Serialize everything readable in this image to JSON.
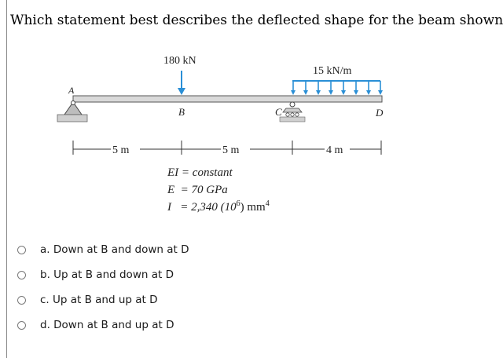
{
  "question": {
    "text": "Which statement best describes the deflected shape for the beam shown?"
  },
  "figure": {
    "point_load_label": "180 kN",
    "distributed_load_label": "15 kN/m",
    "label_a": "A",
    "label_b": "B",
    "label_c": "C",
    "label_d": "D",
    "dim_ab": "5 m",
    "dim_bc": "5 m",
    "dim_cd": "4 m",
    "ei_line": "EI = constant",
    "e_line": "E  = 70 GPa",
    "i_line": "I   = 2,340 (10",
    "i_exp": "6",
    "i_unit": ") mm",
    "i_unit_exp": "4"
  },
  "options": [
    {
      "label": "a. Down at B and down at D"
    },
    {
      "label": "b. Up at B and down at D"
    },
    {
      "label": "c. Up at B and up at D"
    },
    {
      "label": "d. Down at B and up at D"
    }
  ]
}
